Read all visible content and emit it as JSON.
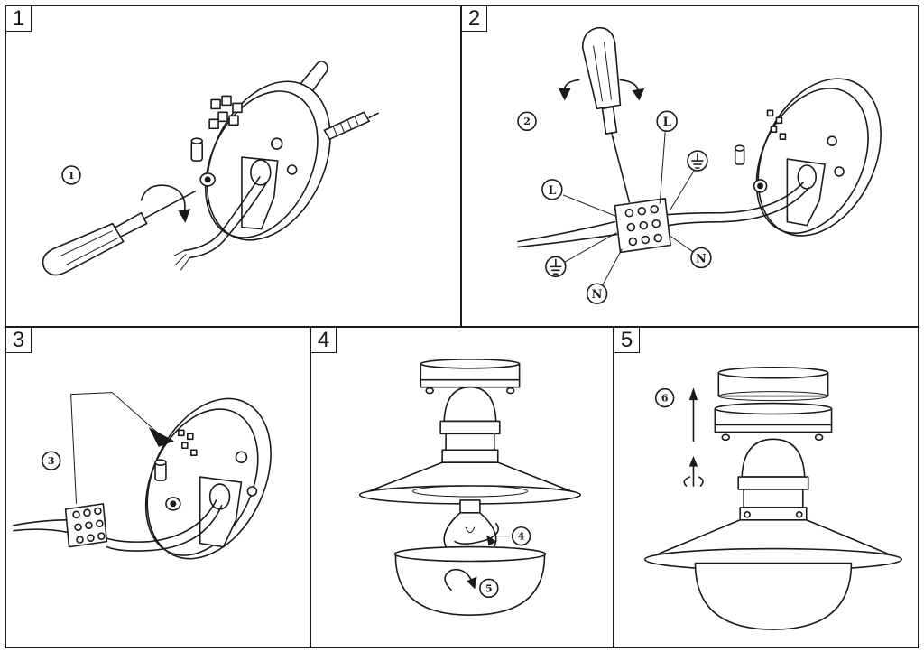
{
  "steps": [
    {
      "number": "1",
      "callouts": [
        "1"
      ]
    },
    {
      "number": "2",
      "callouts": [
        "2"
      ],
      "wire_labels": {
        "live": "L",
        "neutral": "N"
      },
      "earth_icon": "earth-ground-icon"
    },
    {
      "number": "3",
      "callouts": [
        "3"
      ]
    },
    {
      "number": "4",
      "callouts": [
        "4",
        "5"
      ]
    },
    {
      "number": "5",
      "callouts": [
        "6"
      ]
    }
  ],
  "icons": [
    "screwdriver-icon",
    "rotate-arrow-icon",
    "wall-plug-icon",
    "terminal-block-icon",
    "bulb-icon",
    "up-arrow-icon"
  ]
}
